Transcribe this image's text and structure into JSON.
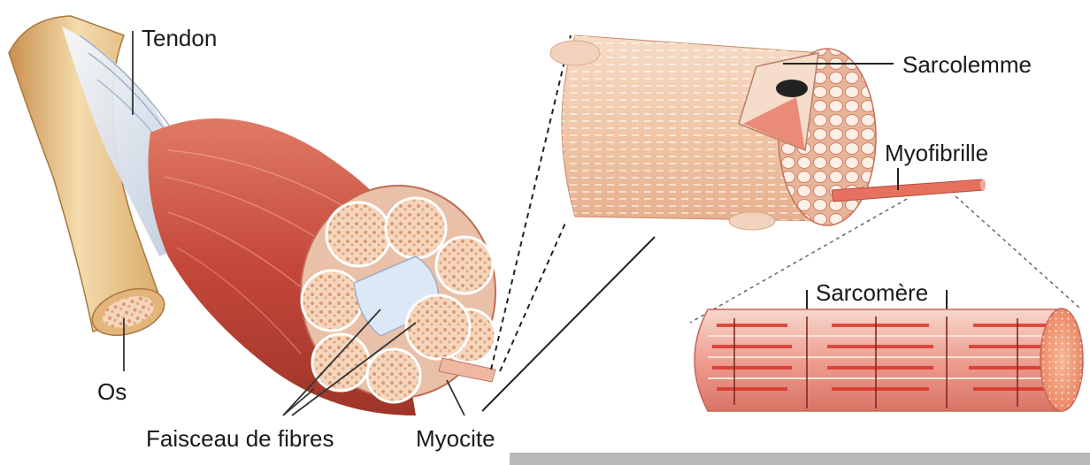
{
  "labels": {
    "tendon": "Tendon",
    "os": "Os",
    "faisceau": "Faisceau de fibres",
    "myocite": "Myocite",
    "sarcolemme": "Sarcolemme",
    "myofibrille": "Myofibrille",
    "sarcomere": "Sarcomère"
  },
  "colors": {
    "bone": "#e8c48a",
    "tendon": "#dfe6f0",
    "muscle": "#c8503e",
    "fiber": "#f2d0b4",
    "myofibril": "#e0685a",
    "sarcomere_band": "#d9342b",
    "panel_shadow": "#b8b8b8"
  }
}
